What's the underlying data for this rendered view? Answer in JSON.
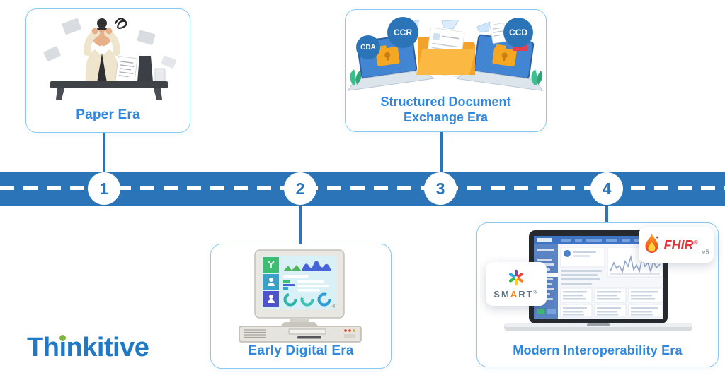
{
  "timeline": {
    "steps": [
      "1",
      "2",
      "3",
      "4"
    ],
    "band_color": "#2b74b8"
  },
  "cards": {
    "paper": {
      "label": "Paper Era"
    },
    "early_digital": {
      "label": "Early Digital Era"
    },
    "structured": {
      "label_line1": "Structured Document",
      "label_line2": "Exchange Era",
      "badges": [
        "CDA",
        "CCR",
        "CCD"
      ]
    },
    "modern": {
      "label": "Modern Interoperability Era",
      "smart": {
        "part1": "SM",
        "part2": "A",
        "part3": "RT",
        "reg": "®"
      },
      "fhir": {
        "name": "FHIR",
        "reg": "®",
        "version": "v5"
      }
    }
  },
  "logo": {
    "part1": "Th",
    "dotless_i": "ı",
    "part2": "nkitive",
    "full_text": "Thinkitive"
  },
  "colors": {
    "band_blue": "#2b74b8",
    "label_blue": "#2e87e0",
    "card_border": "#8ac9f2",
    "logo_blue": "#1e79c6",
    "logo_green": "#7db53f",
    "fhir_red": "#e0353c",
    "smart_gray": "#5f7389",
    "smart_orange": "#f58220"
  }
}
